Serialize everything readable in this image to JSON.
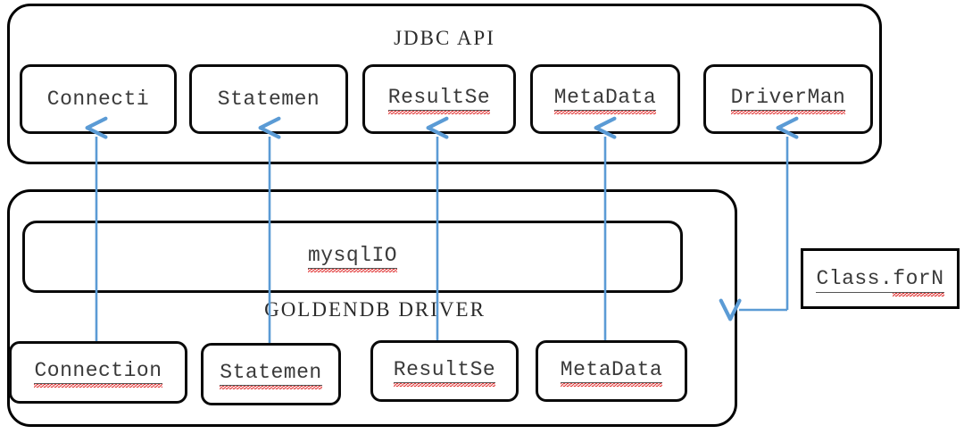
{
  "diagram": {
    "title_note": "JDBC API layered over GOLDENDB DRIVER",
    "accent_color": "#5B9BD5",
    "border_color": "#000000",
    "text_color": "#3a3a3a",
    "spellcheck_color": "#e03030"
  },
  "jdbc_panel": {
    "title": "JDBC API",
    "boxes": [
      {
        "label": "Connecti",
        "spelled_wrong": false
      },
      {
        "label": "Statemen",
        "spelled_wrong": false
      },
      {
        "label": "ResultSe",
        "spelled_wrong": true
      },
      {
        "label": "MetaData",
        "spelled_wrong": true
      },
      {
        "label": "DriverMan",
        "spelled_wrong": true
      }
    ]
  },
  "driver_panel": {
    "title": "GOLDENDB DRIVER",
    "io_box": {
      "label": "mysqlIO",
      "spelled_wrong": true
    },
    "boxes": [
      {
        "label": "Connection",
        "spelled_wrong": true
      },
      {
        "label": "Statemen",
        "spelled_wrong": true
      },
      {
        "label": "ResultSe",
        "spelled_wrong": true
      },
      {
        "label": "MetaData",
        "spelled_wrong": true
      }
    ]
  },
  "loader_box": {
    "label_plain": "Class.",
    "label_spelled_wrong": "forN"
  }
}
